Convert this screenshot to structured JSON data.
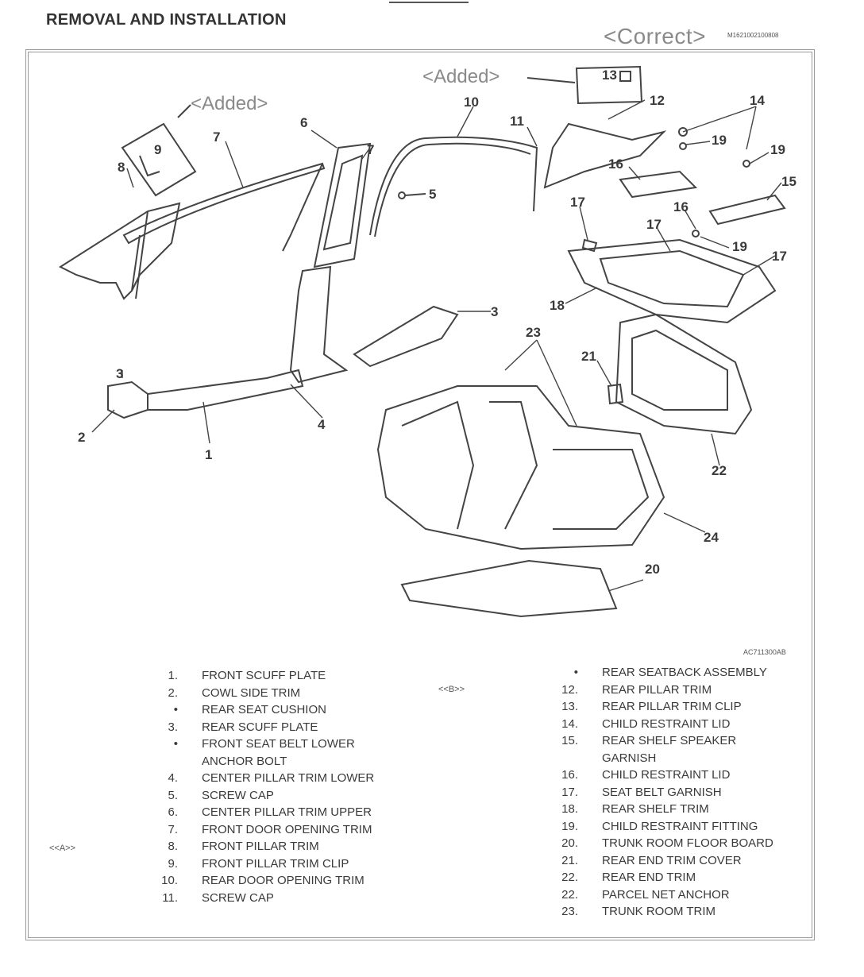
{
  "heading": "REMOVAL AND INSTALLATION",
  "stamp": "<Correct>",
  "stamp_code": "M1621002100808",
  "figure_code": "AC711300AB",
  "added_label": "<Added>",
  "callouts": {
    "c1": "1",
    "c2": "2",
    "c3a": "3",
    "c3b": "3",
    "c4": "4",
    "c5": "5",
    "c6": "6",
    "c7a": "7",
    "c7b": "7",
    "c8": "8",
    "c9": "9",
    "c10": "10",
    "c11": "11",
    "c12": "12",
    "c13": "13",
    "c14": "14",
    "c15": "15",
    "c16a": "16",
    "c16b": "16",
    "c17a": "17",
    "c17b": "17",
    "c17c": "17",
    "c18": "18",
    "c19a": "19",
    "c19b": "19",
    "c19c": "19",
    "c20": "20",
    "c21": "21",
    "c22": "22",
    "c23": "23",
    "c24": "24"
  },
  "tags": {
    "a": "<<A>>",
    "b": "<<B>>"
  },
  "legend_left": [
    {
      "num": "1.",
      "label": "FRONT SCUFF PLATE"
    },
    {
      "num": "2.",
      "label": "COWL SIDE TRIM"
    },
    {
      "num": "•",
      "label": "REAR SEAT CUSHION"
    },
    {
      "num": "3.",
      "label": "REAR SCUFF PLATE"
    },
    {
      "num": "•",
      "label": "FRONT SEAT BELT LOWER ANCHOR BOLT"
    },
    {
      "num": "4.",
      "label": "CENTER PILLAR TRIM LOWER"
    },
    {
      "num": "5.",
      "label": "SCREW CAP"
    },
    {
      "num": "6.",
      "label": "CENTER PILLAR TRIM UPPER"
    },
    {
      "num": "7.",
      "label": "FRONT DOOR OPENING TRIM"
    },
    {
      "num": "8.",
      "label": "FRONT PILLAR TRIM"
    },
    {
      "num": "9.",
      "label": "FRONT PILLAR TRIM CLIP"
    },
    {
      "num": "10.",
      "label": "REAR DOOR OPENING TRIM"
    },
    {
      "num": "11.",
      "label": "SCREW CAP"
    }
  ],
  "legend_right": [
    {
      "num": "•",
      "label": "REAR SEATBACK ASSEMBLY"
    },
    {
      "num": "12.",
      "label": "REAR PILLAR TRIM"
    },
    {
      "num": "13.",
      "label": "REAR PILLAR TRIM CLIP"
    },
    {
      "num": "14.",
      "label": "CHILD RESTRAINT LID"
    },
    {
      "num": "15.",
      "label": "REAR SHELF SPEAKER GARNISH"
    },
    {
      "num": "16.",
      "label": "CHILD RESTRAINT LID"
    },
    {
      "num": "17.",
      "label": "SEAT BELT GARNISH"
    },
    {
      "num": "18.",
      "label": "REAR SHELF TRIM"
    },
    {
      "num": "19.",
      "label": "CHILD RESTRAINT FITTING"
    },
    {
      "num": "20.",
      "label": "TRUNK ROOM FLOOR BOARD"
    },
    {
      "num": "21.",
      "label": "REAR END TRIM COVER"
    },
    {
      "num": "22.",
      "label": "REAR END TRIM"
    },
    {
      "num": "22.",
      "label": "PARCEL NET ANCHOR"
    },
    {
      "num": "23.",
      "label": "TRUNK ROOM TRIM"
    }
  ]
}
